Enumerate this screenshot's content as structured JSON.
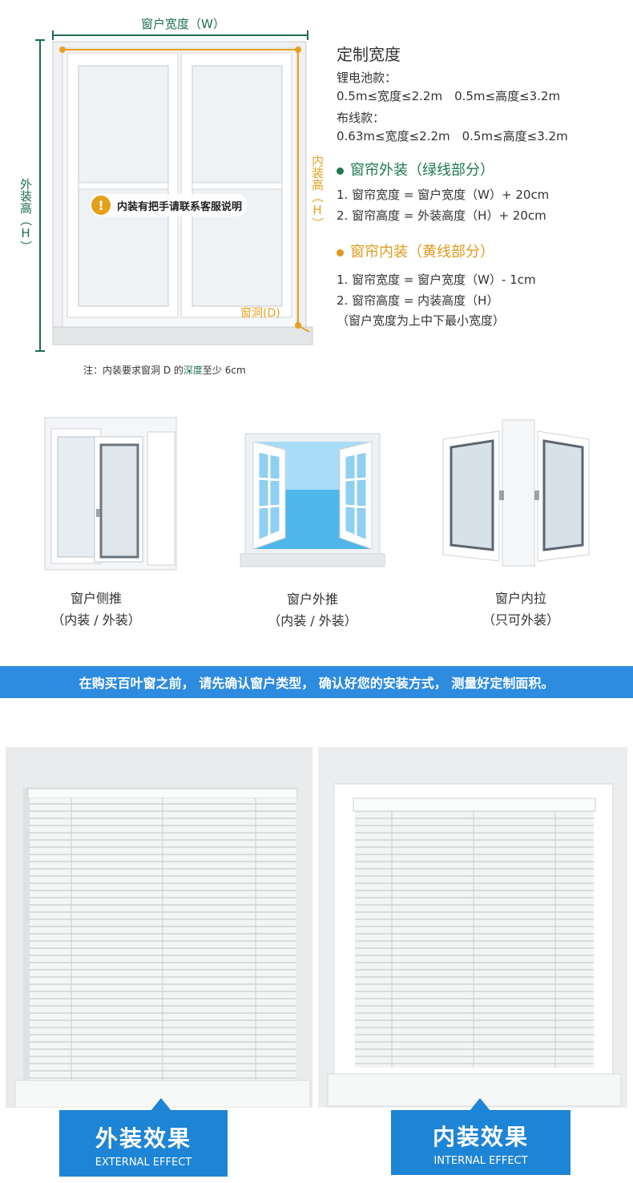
{
  "diagram": {
    "width_label": "窗户宽度（W）",
    "outer_height_label": "外装高（H）",
    "inner_height_label": "内装高（H）",
    "depth_label": "窗洞(D)",
    "warning_text": "内装有把手请联系客服说明",
    "warning_icon": "exclamation-icon",
    "note_prefix": "注：内装要求窗洞 D 的",
    "note_highlight": "深度",
    "note_suffix": "至少 6cm"
  },
  "specs": {
    "title": "定制宽度",
    "battery_label": "锂电池款：",
    "battery_range": "0.5m≤宽度≤2.2m　0.5m≤高度≤3.2m",
    "wired_label": "布线款：",
    "wired_range": "0.63m≤宽度≤2.2m　0.5m≤高度≤3.2m"
  },
  "outside_mount": {
    "title": "窗帘外装（绿线部分）",
    "line1": "1. 窗帘宽度 = 窗户宽度（W）+ 20cm",
    "line2": "2. 窗帘高度 = 外装高度（H）+ 20cm",
    "color": "#1e7a4e"
  },
  "inside_mount": {
    "title": "窗帘内装（黄线部分）",
    "line1": "1. 窗帘宽度 = 窗户宽度（W）- 1cm",
    "line2": "2. 窗帘高度 = 内装高度（H）",
    "line3": "（窗户宽度为上中下最小宽度）",
    "color": "#e09a1a"
  },
  "window_types": [
    {
      "name": "窗户侧推",
      "mount": "（内装 / 外装）"
    },
    {
      "name": "窗户外推",
      "mount": "（内装 / 外装）"
    },
    {
      "name": "窗户内拉",
      "mount": "（只可外装）"
    }
  ],
  "banner_text": "在购买百叶窗之前， 请先确认窗户类型， 确认好您的安装方式， 测量好定制面积。",
  "effects": [
    {
      "zh": "外装效果",
      "en": "EXTERNAL EFFECT"
    },
    {
      "zh": "内装效果",
      "en": "INTERNAL EFFECT"
    }
  ],
  "colors": {
    "accent_blue": "#2d8be0",
    "tag_blue": "#1e84d6",
    "green": "#1e6f4f",
    "orange": "#e7a11f"
  }
}
